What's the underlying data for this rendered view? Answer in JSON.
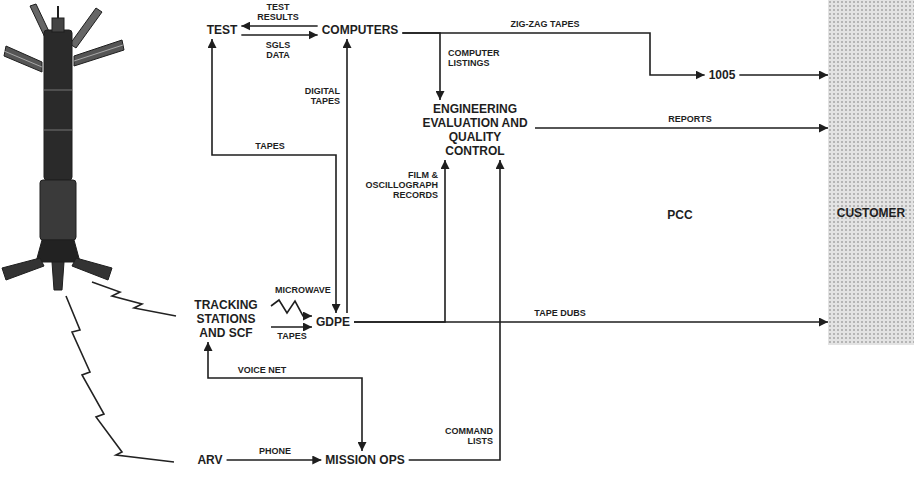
{
  "diagram": {
    "nodes": [
      {
        "text": [
          "TEST"
        ]
      },
      {
        "text": [
          "COMPUTERS"
        ]
      },
      {
        "text": [
          "1005"
        ]
      },
      {
        "text": [
          "ENGINEERING EVALUATION AND QUALITY CONTROL"
        ]
      },
      {
        "text": [
          "PCC"
        ]
      },
      {
        "text": [
          "CUSTOMER"
        ]
      },
      {
        "text": [
          "TRACKING STATIONS AND SCF"
        ]
      },
      {
        "text": [
          "GDPE"
        ]
      },
      {
        "text": [
          "ARV"
        ]
      },
      {
        "text": [
          "MISSION OPS"
        ]
      }
    ],
    "edges": [
      {
        "from": 1,
        "to": 0,
        "label": "TEST RESULTS",
        "arrow": "to"
      },
      {
        "from": 0,
        "to": 1,
        "label": "SGLS DATA",
        "arrow": "to"
      },
      {
        "from": 1,
        "to": 2,
        "label": "ZIG-ZAG TAPES",
        "arrow": "to"
      },
      {
        "from": 2,
        "to": 5,
        "arrow": "to"
      },
      {
        "from": 1,
        "to": 3,
        "label": "COMPUTER LISTINGS",
        "arrow": "to"
      },
      {
        "from": 7,
        "to": 1,
        "label": "DIGITAL TAPES",
        "arrow": "to"
      },
      {
        "from": 0,
        "to": 7,
        "label": "TAPES",
        "arrow": "both"
      },
      {
        "from": 6,
        "to": 7,
        "label": "MICROWAVE",
        "arrow": "to"
      },
      {
        "from": 6,
        "to": 7,
        "label": "TAPES",
        "arrow": "to"
      },
      {
        "from": 7,
        "to": 3,
        "label": "FILM & OSCILLOGRAPH RECORDS",
        "arrow": "to"
      },
      {
        "from": 3,
        "to": 5,
        "label": "REPORTS",
        "arrow": "to"
      },
      {
        "from": 7,
        "to": 5,
        "label": "TAPE DUBS",
        "arrow": "to"
      },
      {
        "from": 6,
        "to": 9,
        "label": "VOICE NET",
        "arrow": "both"
      },
      {
        "from": 8,
        "to": 9,
        "label": "PHONE",
        "arrow": "to"
      },
      {
        "from": 9,
        "to": 3,
        "label": "COMMAND LISTS",
        "arrow": "to"
      }
    ]
  }
}
